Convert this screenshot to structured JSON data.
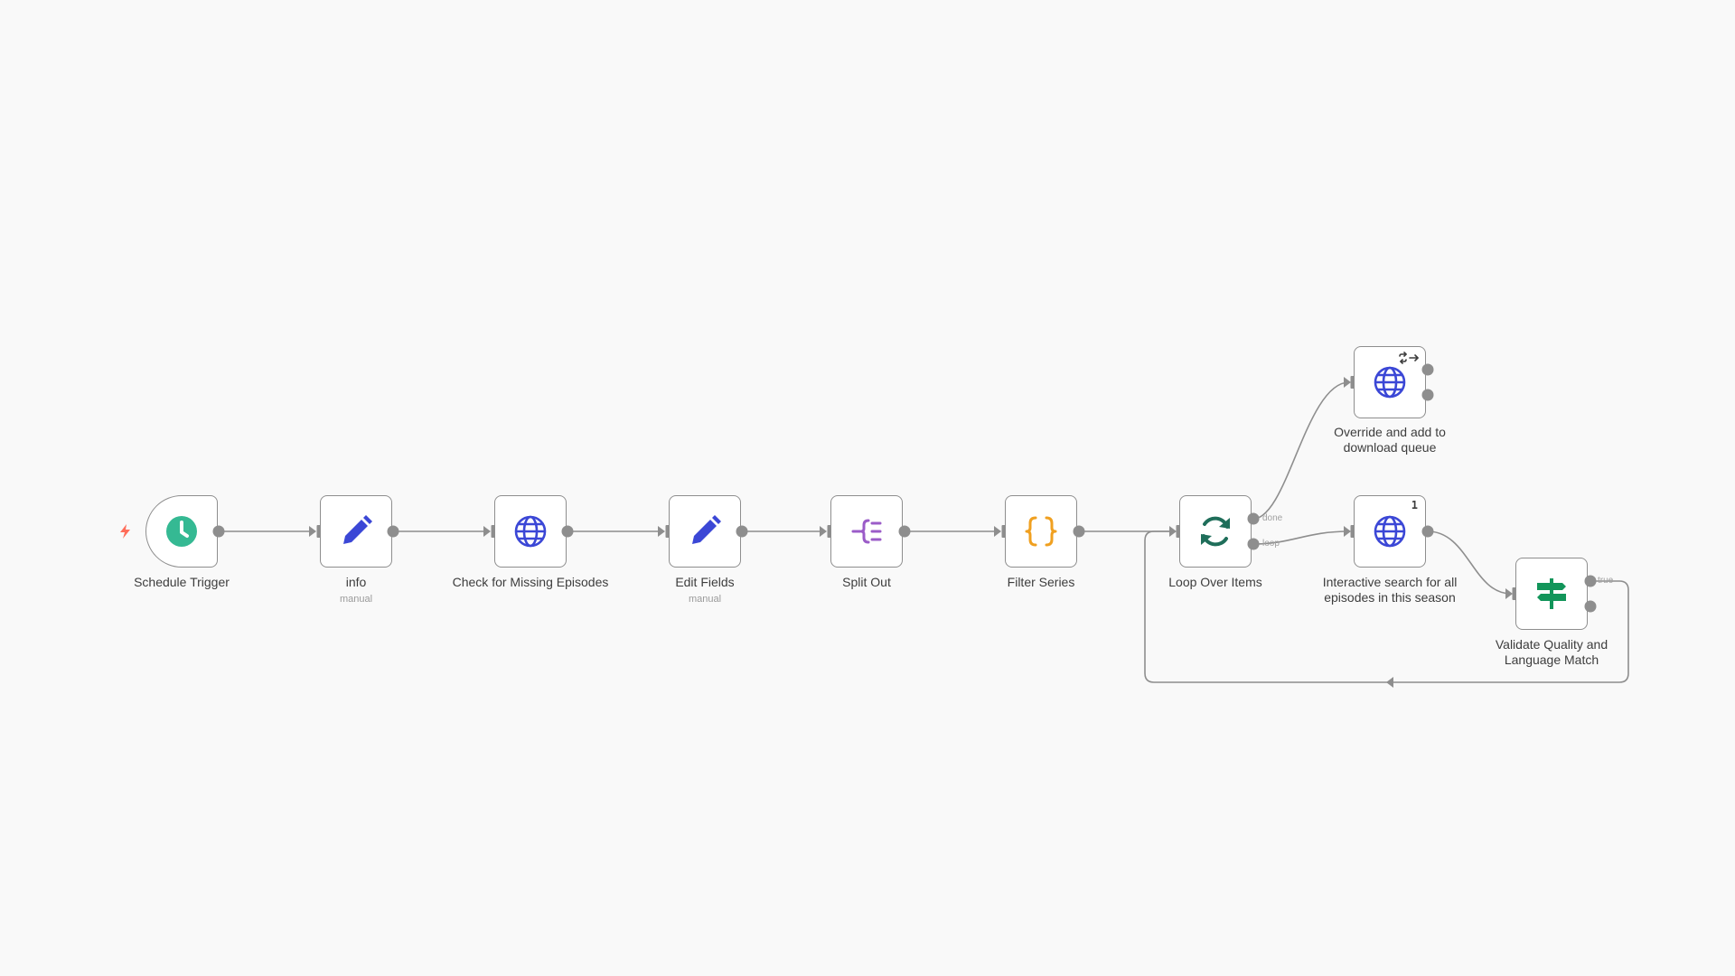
{
  "trigger_marker": "lightning-bolt-icon",
  "colors": {
    "edge": "#8e8e8e",
    "node_border": "#8e8e8e",
    "schedule_icon": "#35b993",
    "edit_icon": "#3b47d6",
    "http_icon": "#3b47d6",
    "split_icon": "#9b5cc8",
    "code_icon": "#f0a020",
    "loop_icon": "#1f6e5a",
    "if_icon": "#12955a",
    "bolt": "#ff6d5a"
  },
  "nodes": {
    "schedule_trigger": {
      "label": "Schedule Trigger",
      "icon": "clock-icon"
    },
    "info": {
      "label": "info",
      "sublabel": "manual",
      "icon": "pencil-icon"
    },
    "check_missing": {
      "label": "Check for Missing Episodes",
      "icon": "globe-icon"
    },
    "edit_fields": {
      "label": "Edit Fields",
      "sublabel": "manual",
      "icon": "pencil-icon"
    },
    "split_out": {
      "label": "Split Out",
      "icon": "split-out-icon"
    },
    "filter_series": {
      "label": "Filter Series",
      "icon": "code-braces-icon"
    },
    "loop_over_items": {
      "label": "Loop Over Items",
      "icon": "refresh-icon",
      "outputs": {
        "done": "done",
        "loop": "loop"
      }
    },
    "override_download": {
      "label": "Override and add to download queue",
      "icon": "globe-icon",
      "badge_icon": "retry-arrow-icon"
    },
    "interactive_search": {
      "label": "Interactive search for all episodes in this season",
      "icon": "globe-icon",
      "badge": "1"
    },
    "validate_quality": {
      "label": "Validate Quality and Language Match",
      "icon": "signpost-icon",
      "outputs": {
        "true": "true"
      }
    }
  }
}
